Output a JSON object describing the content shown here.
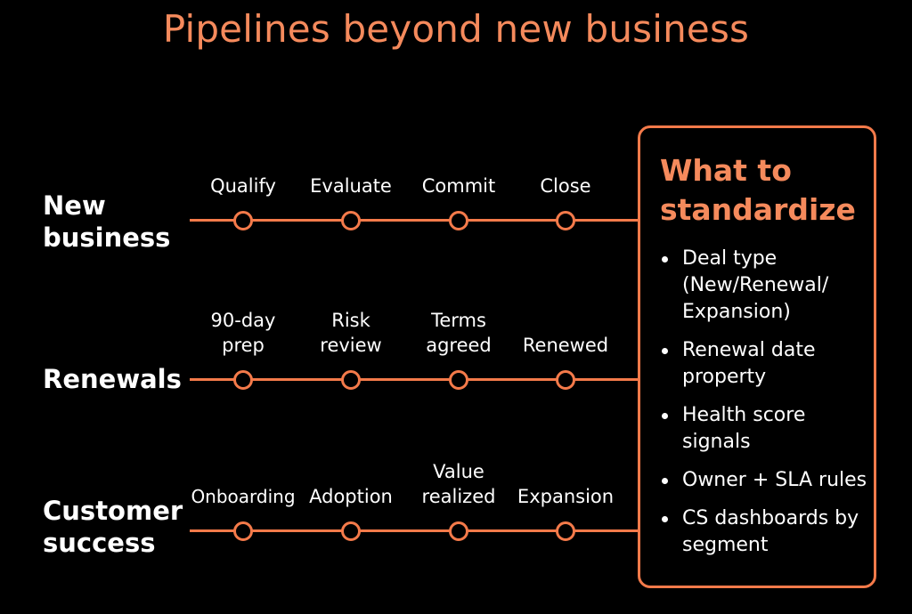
{
  "title": "Pipelines beyond new business",
  "colors": {
    "accent": "#f47a4a",
    "title": "#f58a5c",
    "background": "#000000",
    "text": "#ffffff"
  },
  "pipelines": [
    {
      "label": "New business",
      "stages": [
        "Qualify",
        "Evaluate",
        "Commit",
        "Close"
      ]
    },
    {
      "label": "Renewals",
      "stages": [
        "90-day prep",
        "Risk review",
        "Terms agreed",
        "Renewed"
      ]
    },
    {
      "label": "Customer success",
      "stages": [
        "Onboarding",
        "Adoption",
        "Value realized",
        "Expansion"
      ]
    }
  ],
  "panel": {
    "heading": "What to standardize",
    "items": [
      "Deal type (New/Renewal/ Expansion)",
      "Renewal date property",
      "Health score signals",
      "Owner + SLA rules",
      "CS dashboards by segment"
    ]
  }
}
